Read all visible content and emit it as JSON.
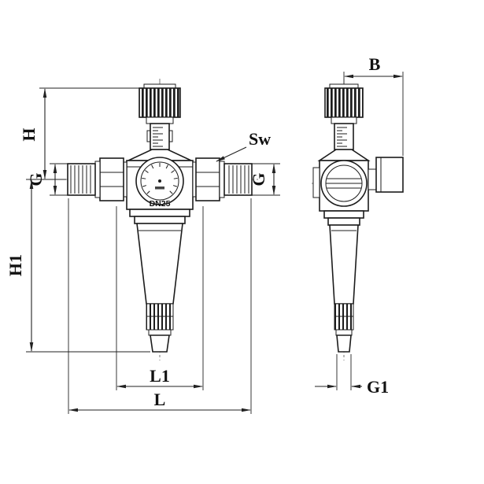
{
  "diagram": {
    "kind": "valve-dimension-drawing",
    "labels": {
      "h": "H",
      "g_left": "G",
      "h1": "H1",
      "sw": "Sw",
      "g_right": "G",
      "b": "B",
      "l1": "L1",
      "l": "L",
      "g1": "G1"
    },
    "part_markings": {
      "dn": "DN25"
    },
    "colors": {
      "line": "#1c1c1c",
      "dimension": "#222222",
      "background": "#ffffff"
    }
  }
}
